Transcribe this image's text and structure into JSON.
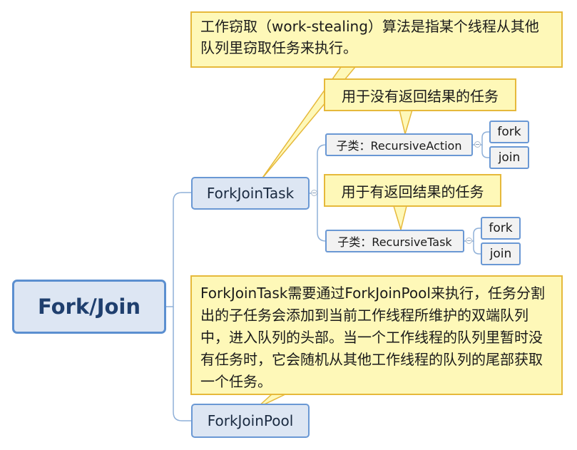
{
  "mindmap": {
    "root": "Fork/Join",
    "fjtask": {
      "label": "ForkJoinTask",
      "note": "工作窃取（work-stealing）算法是指某个线程从其他队列里窃取任务来执行。",
      "action": {
        "label": "子类：RecursiveAction",
        "note": "用于没有返回结果的任务",
        "children": [
          "fork",
          "join"
        ]
      },
      "task": {
        "label": "子类：RecursiveTask",
        "note": "用于有返回结果的任务",
        "children": [
          "fork",
          "join"
        ]
      }
    },
    "fjpool": {
      "label": "ForkJoinPool",
      "note": "ForkJoinTask需要通过ForkJoinPool来执行，任务分割出的子任务会添加到当前工作线程所维护的双端队列中，进入队列的头部。当一个工作线程的队列里暂时没有任务时，它会随机从其他工作线程的队列的尾部获取一个任务。"
    }
  },
  "colors": {
    "node_fill": "#dde6f3",
    "node_border": "#5b8fd0",
    "leaf_fill": "#f2f2f2",
    "note_fill": "#fef8b8",
    "note_border": "#e6b93b",
    "connector": "#8fb0d8"
  }
}
